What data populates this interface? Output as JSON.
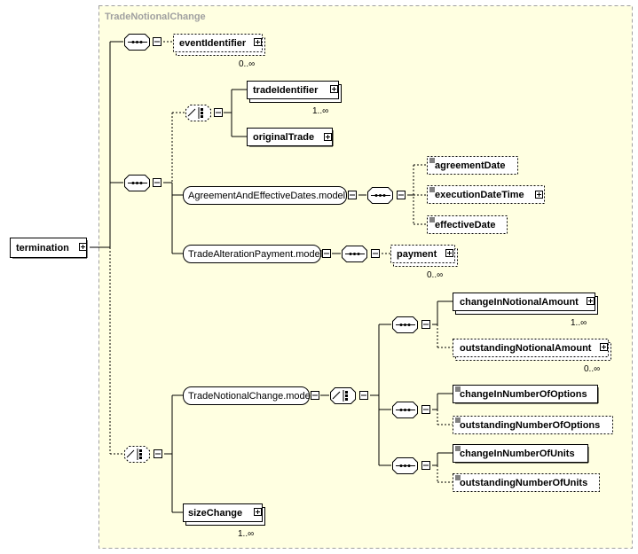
{
  "diagram": {
    "container_title": "TradeNotionalChange",
    "root": "termination",
    "elements": {
      "event_identifier": "eventIdentifier",
      "trade_identifier": "tradeIdentifier",
      "original_trade": "originalTrade",
      "agreement_date": "agreementDate",
      "execution_date_time": "executionDateTime",
      "effective_date": "effectiveDate",
      "payment": "payment",
      "change_in_notional_amount": "changeInNotionalAmount",
      "outstanding_notional_amount": "outstandingNotionalAmount",
      "change_in_number_of_options": "changeInNumberOfOptions",
      "outstanding_number_of_options": "outstandingNumberOfOptions",
      "change_in_number_of_units": "changeInNumberOfUnits",
      "outstanding_number_of_units": "outstandingNumberOfUnits",
      "size_change": "sizeChange"
    },
    "groups": {
      "agreement_and_effective_dates": "AgreementAndEffectiveDates.model",
      "trade_alteration_payment": "TradeAlterationPayment.model",
      "trade_notional_change": "TradeNotionalChange.model"
    },
    "cardinalities": {
      "event_identifier": "0..∞",
      "trade_identifier": "1..∞",
      "payment": "0..∞",
      "change_in_notional_amount": "1..∞",
      "outstanding_notional_amount": "0..∞",
      "size_change": "1..∞"
    },
    "colors": {
      "background": "#ffffe1",
      "node_fill": "#ffffff",
      "container_border": "#a0a0a0",
      "container_title": "#a0a0a0",
      "line": "#000000"
    }
  }
}
